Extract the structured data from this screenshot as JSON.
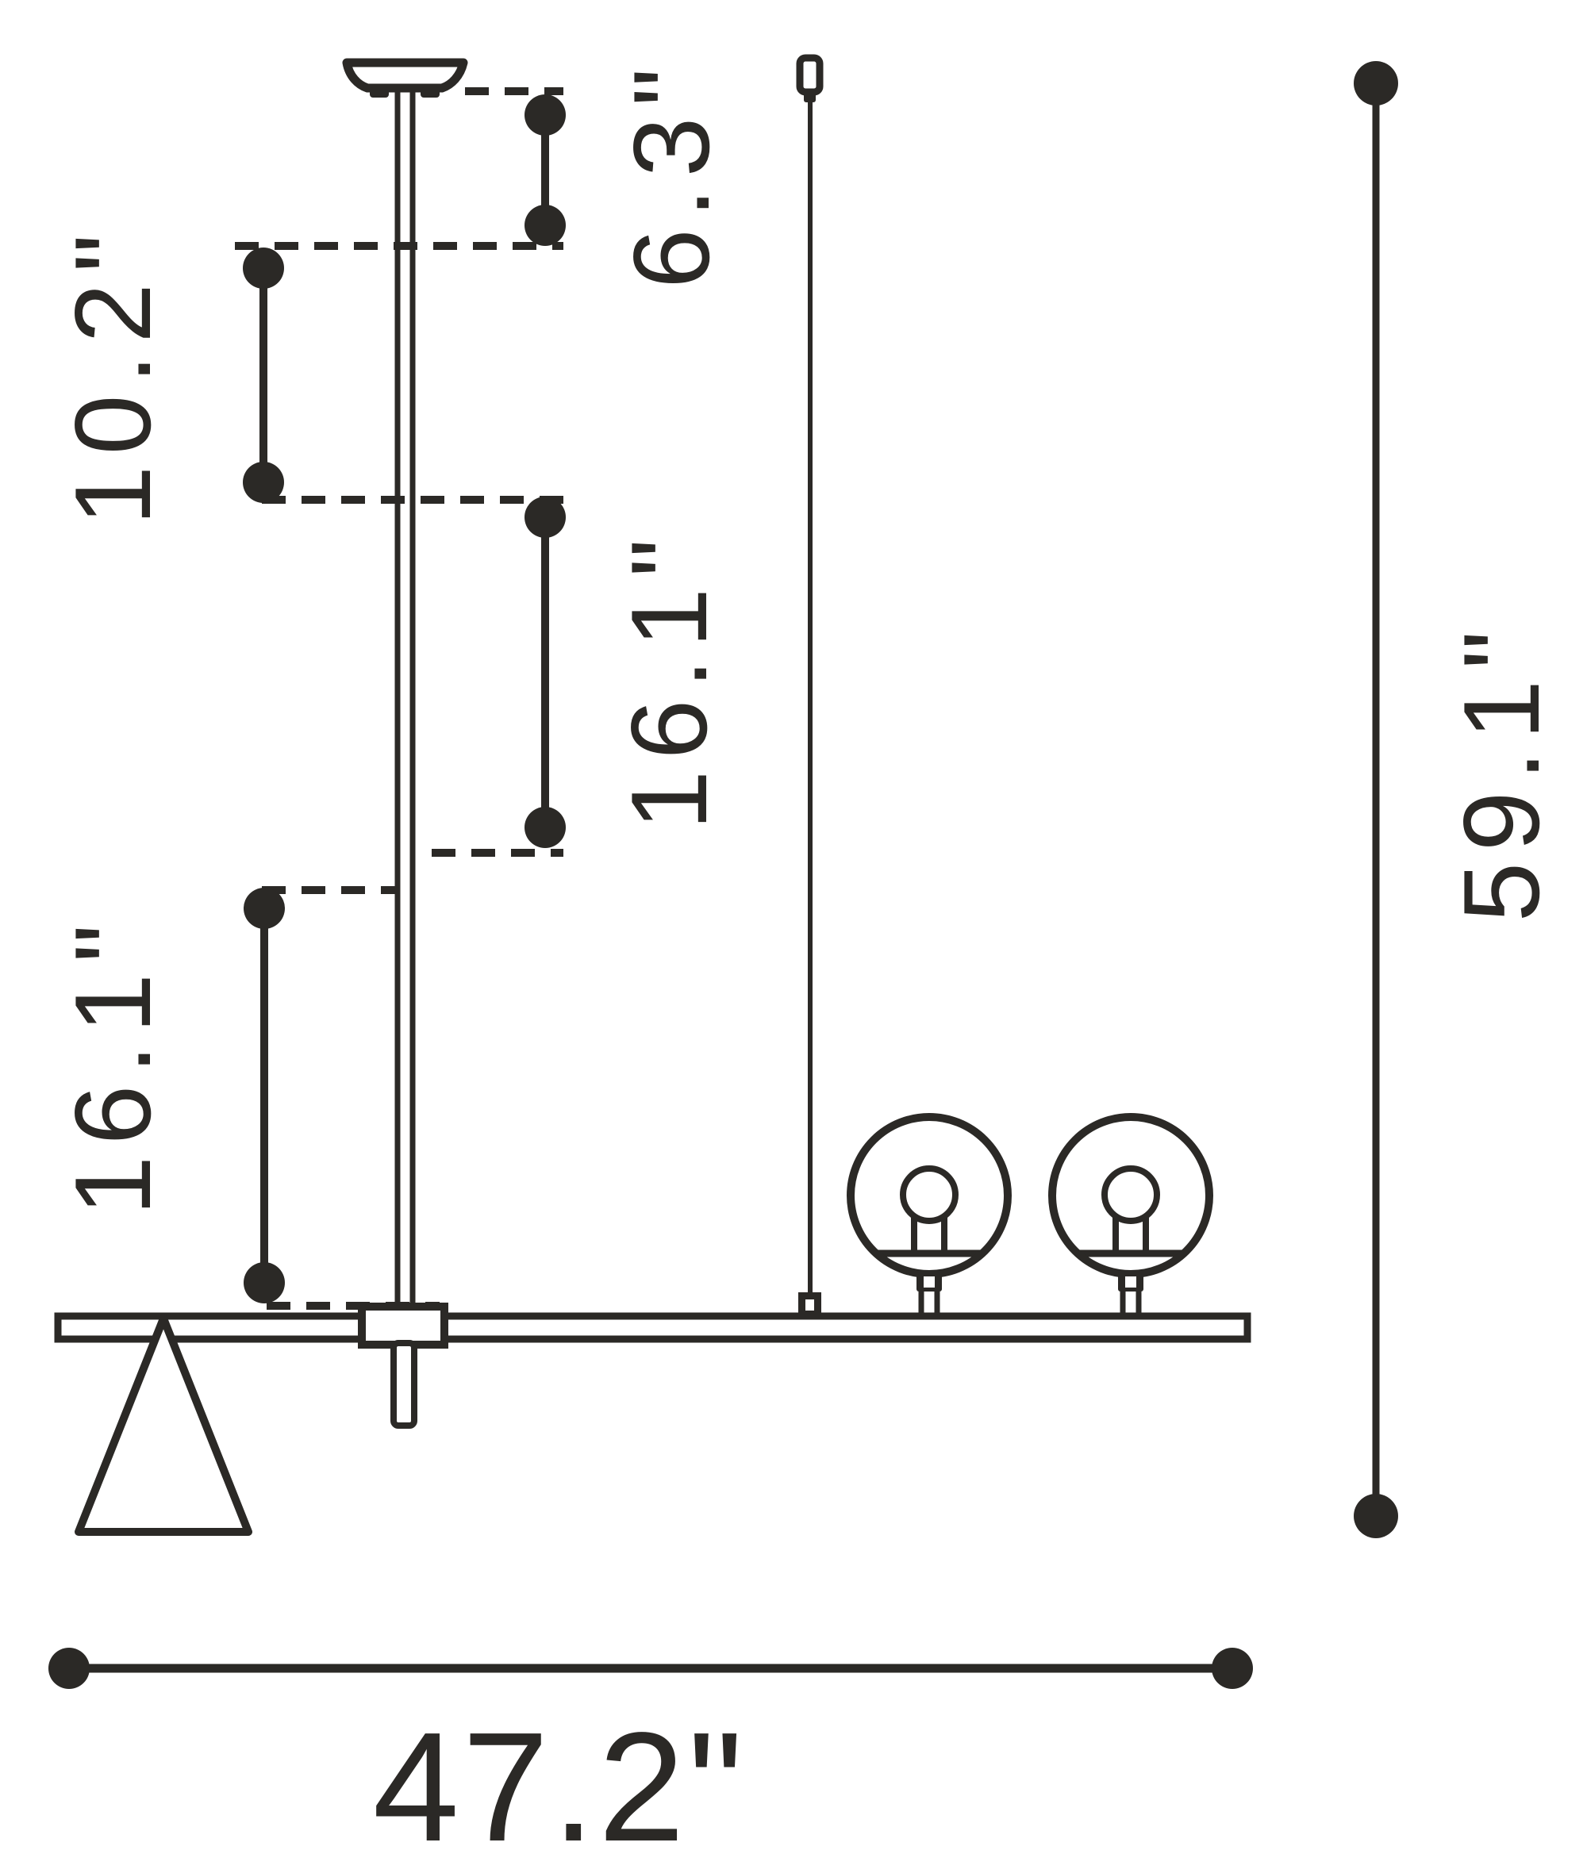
{
  "diagram": {
    "type": "product-dimension-drawing",
    "subject": "linear pendant ceiling lamp — side elevation with dimensions",
    "unit": "inches",
    "colors": {
      "ink": "#2B2926",
      "background": "#FFFFFF"
    },
    "labels": {
      "canopy_drop": "6.3\"",
      "upper_rod": "10.2\"",
      "middle_rod": "16.1\"",
      "lower_rod": "16.1\"",
      "overall_height": "59.1\"",
      "overall_width": "47.2\""
    },
    "values": {
      "canopy_drop_in": 6.3,
      "upper_rod_in": 10.2,
      "middle_rod_in": 16.1,
      "lower_rod_in": 16.1,
      "overall_height_in": 59.1,
      "overall_width_in": 47.2
    },
    "parts": [
      "ceiling-canopy",
      "hanging-rod",
      "support-wire",
      "fixture-bar",
      "cone-shade",
      "globe-lamp-left",
      "globe-lamp-right",
      "cross-fitting"
    ]
  }
}
